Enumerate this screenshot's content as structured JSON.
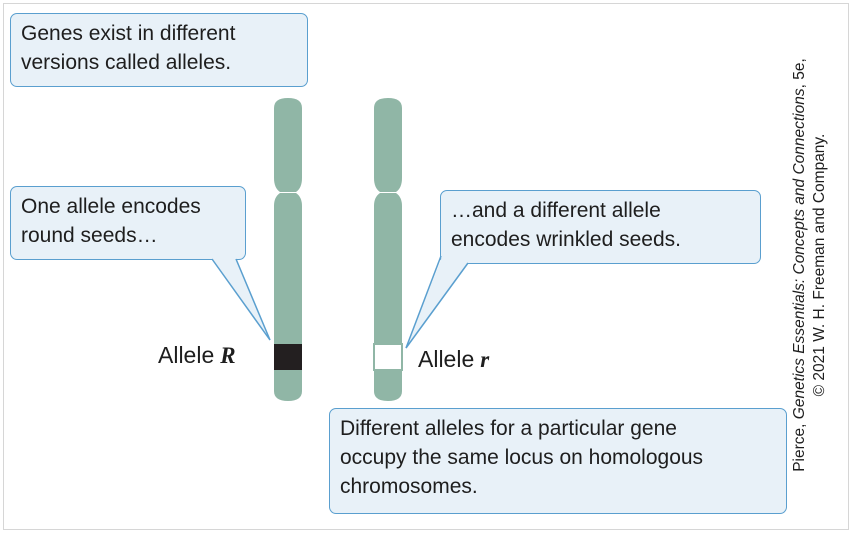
{
  "callouts": {
    "genes_exist": "Genes exist in different\nversions called alleles.",
    "one_allele": "One allele encodes\nround seeds…",
    "different_allele": "…and a different allele\nencodes wrinkled seeds.",
    "same_locus": "Different alleles for a particular gene\noccupy the same locus on homologous\nchromosomes."
  },
  "alleles": {
    "left": {
      "label": "Allele",
      "symbol": "R"
    },
    "right": {
      "label": "Allele",
      "symbol": "r"
    }
  },
  "credit": {
    "author": "Pierce, ",
    "book_title": "Genetics Essentials: Concepts and Connections",
    "edition": ", 5e,",
    "copyright": "© 2021 W. H. Freeman and Company."
  },
  "colors": {
    "chromosome": "#90b6a6",
    "allele_R_band": "#231f20",
    "allele_r_band": "#ffffff",
    "callout_fill": "#e8f1f8",
    "callout_border": "#5a9fcf"
  }
}
